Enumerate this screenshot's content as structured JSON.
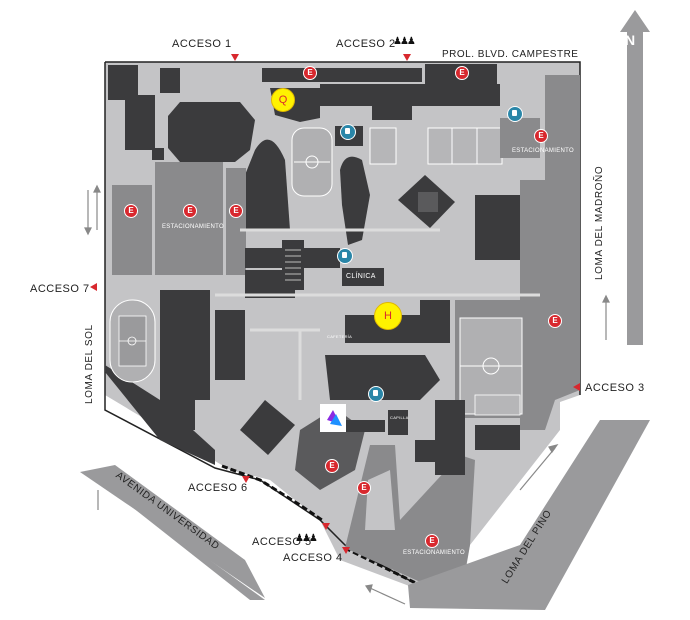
{
  "accesses": {
    "a1": "ACCESO 1",
    "a2": "ACCESO 2",
    "a3": "ACCESO 3",
    "a4": "ACCESO 4",
    "a5": "ACCESO 5",
    "a6": "ACCESO 6",
    "a7": "ACCESO 7"
  },
  "streets": {
    "prol_campestre": "PROL. BLVD. CAMPESTRE",
    "loma_madrono": "LOMA DEL MADROÑO",
    "loma_sol": "LOMA DEL SOL",
    "avenida_universidad": "AVENIDA UNIVERSIDAD",
    "loma_pino": "LOMA DEL PINO"
  },
  "places": {
    "estacionamiento_left": "ESTACIONAMIENTO",
    "estacionamiento_right": "ESTACIONAMIENTO",
    "estacionamiento_bottom": "ESTACIONAMIENTO",
    "clinica": "CLÍNICA",
    "small_label_1": "CAFETERÍA",
    "small_label_2": "CAPILLA"
  },
  "markers": {
    "e": "E",
    "q": "Q",
    "h": "H"
  },
  "compass": {
    "north": "N"
  },
  "icons": {
    "access_pin": "access-pin-icon",
    "restroom": "restroom-icon",
    "parking": "parking-e-icon",
    "compass": "north-arrow-icon"
  },
  "colors": {
    "building": "#3b3b3d",
    "parking_area": "#8a8a8c",
    "campus_ground": "#c4c4c6",
    "pathway": "#dcdcdc",
    "marker_red": "#d8282e",
    "highlight_yellow": "#fff200",
    "restroom_teal": "#2a86a8"
  }
}
